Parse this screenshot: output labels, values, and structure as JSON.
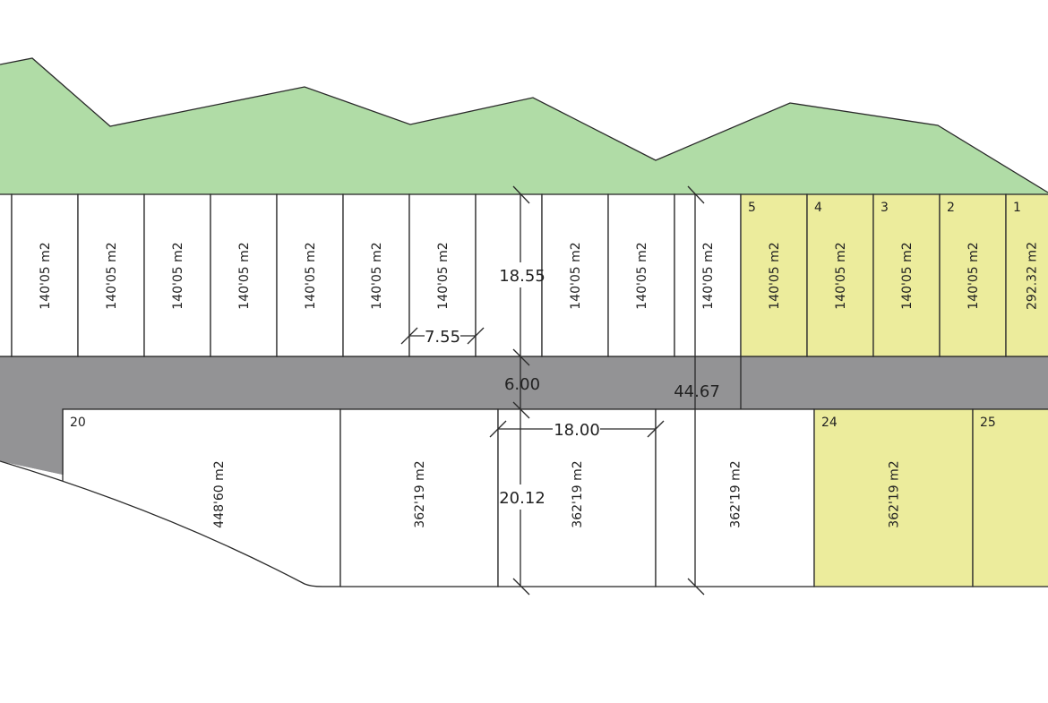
{
  "colors": {
    "green_area": "#b0dca6",
    "road": "#939395",
    "lot_highlight": "#ecec9c",
    "lot_plain": "#ffffff",
    "line": "#2a2a2a"
  },
  "top_lots": [
    {
      "id": "t-a",
      "number": "",
      "area": "",
      "highlight": false
    },
    {
      "id": "t-b",
      "number": "",
      "area": "140'05 m2",
      "highlight": false
    },
    {
      "id": "t-c",
      "number": "",
      "area": "140'05 m2",
      "highlight": false
    },
    {
      "id": "t-d",
      "number": "",
      "area": "140'05 m2",
      "highlight": false
    },
    {
      "id": "t-e",
      "number": "",
      "area": "140'05 m2",
      "highlight": false
    },
    {
      "id": "t-f",
      "number": "",
      "area": "140'05 m2",
      "highlight": false
    },
    {
      "id": "t-g",
      "number": "",
      "area": "140'05 m2",
      "highlight": false
    },
    {
      "id": "t-h",
      "number": "",
      "area": "140'05 m2",
      "highlight": false
    },
    {
      "id": "t-i",
      "number": "",
      "area": "",
      "highlight": false
    },
    {
      "id": "t-j",
      "number": "",
      "area": "140'05 m2",
      "highlight": false
    },
    {
      "id": "t-k",
      "number": "",
      "area": "140'05 m2",
      "highlight": false
    },
    {
      "id": "t-l",
      "number": "",
      "area": "140'05 m2",
      "highlight": false
    },
    {
      "id": "t-5",
      "number": "5",
      "area": "140'05 m2",
      "highlight": true
    },
    {
      "id": "t-4",
      "number": "4",
      "area": "140'05 m2",
      "highlight": true
    },
    {
      "id": "t-3",
      "number": "3",
      "area": "140'05 m2",
      "highlight": true
    },
    {
      "id": "t-2",
      "number": "2",
      "area": "140'05 m2",
      "highlight": true
    },
    {
      "id": "t-1",
      "number": "1",
      "area": "292.32 m2",
      "highlight": true
    }
  ],
  "bottom_lots": [
    {
      "id": "b-20",
      "number": "20",
      "area": "448'60 m2",
      "highlight": false
    },
    {
      "id": "b-21",
      "number": "",
      "area": "362'19 m2",
      "highlight": false
    },
    {
      "id": "b-22",
      "number": "",
      "area": "362'19 m2",
      "highlight": false
    },
    {
      "id": "b-23",
      "number": "",
      "area": "362'19 m2",
      "highlight": false
    },
    {
      "id": "b-24",
      "number": "24",
      "area": "362'19 m2",
      "highlight": true
    },
    {
      "id": "b-25",
      "number": "25",
      "area": "",
      "highlight": true
    }
  ],
  "dimensions": {
    "top_lot_depth": "18.55",
    "top_lot_width": "7.55",
    "road_width": "6.00",
    "overall_depth": "44.67",
    "bottom_lot_width": "18.00",
    "bottom_lot_depth": "20.12"
  }
}
